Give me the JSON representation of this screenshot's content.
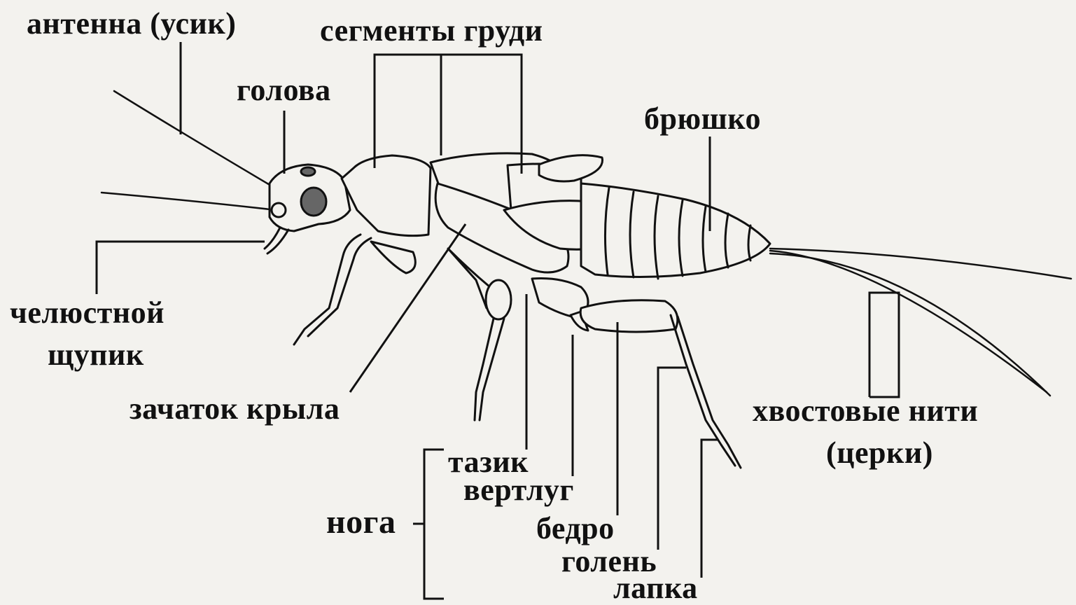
{
  "labels": {
    "antenna": "антенна (усик)",
    "thorax_segments": "сегменты груди",
    "head": "голова",
    "abdomen": "брюшко",
    "palp_line1": "челюстной",
    "palp_line2": "щупик",
    "wing_bud": "зачаток крыла",
    "cerci_line1": "хвостовые нити",
    "cerci_line2": "(церки)",
    "coxa": "тазик",
    "trochanter": "вертлуг",
    "leg": "нога",
    "femur": "бедро",
    "tibia": "голень",
    "tarsus": "лапка"
  },
  "colors": {
    "background": "#f3f2ee",
    "ink": "#111111"
  }
}
